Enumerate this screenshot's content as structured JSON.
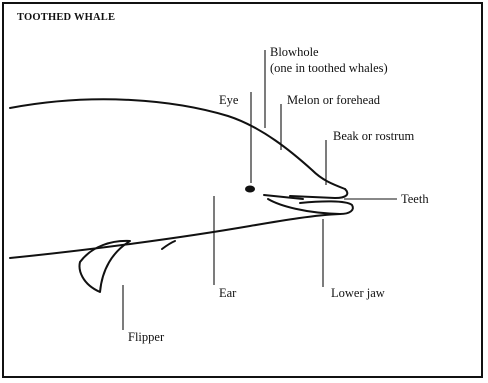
{
  "title": "TOOTHED WHALE",
  "labels": {
    "blowhole_line1": "Blowhole",
    "blowhole_line2": "(one in toothed whales)",
    "eye": "Eye",
    "melon": "Melon or forehead",
    "beak": "Beak or rostrum",
    "teeth": "Teeth",
    "ear": "Ear",
    "lower_jaw": "Lower jaw",
    "flipper": "Flipper"
  }
}
